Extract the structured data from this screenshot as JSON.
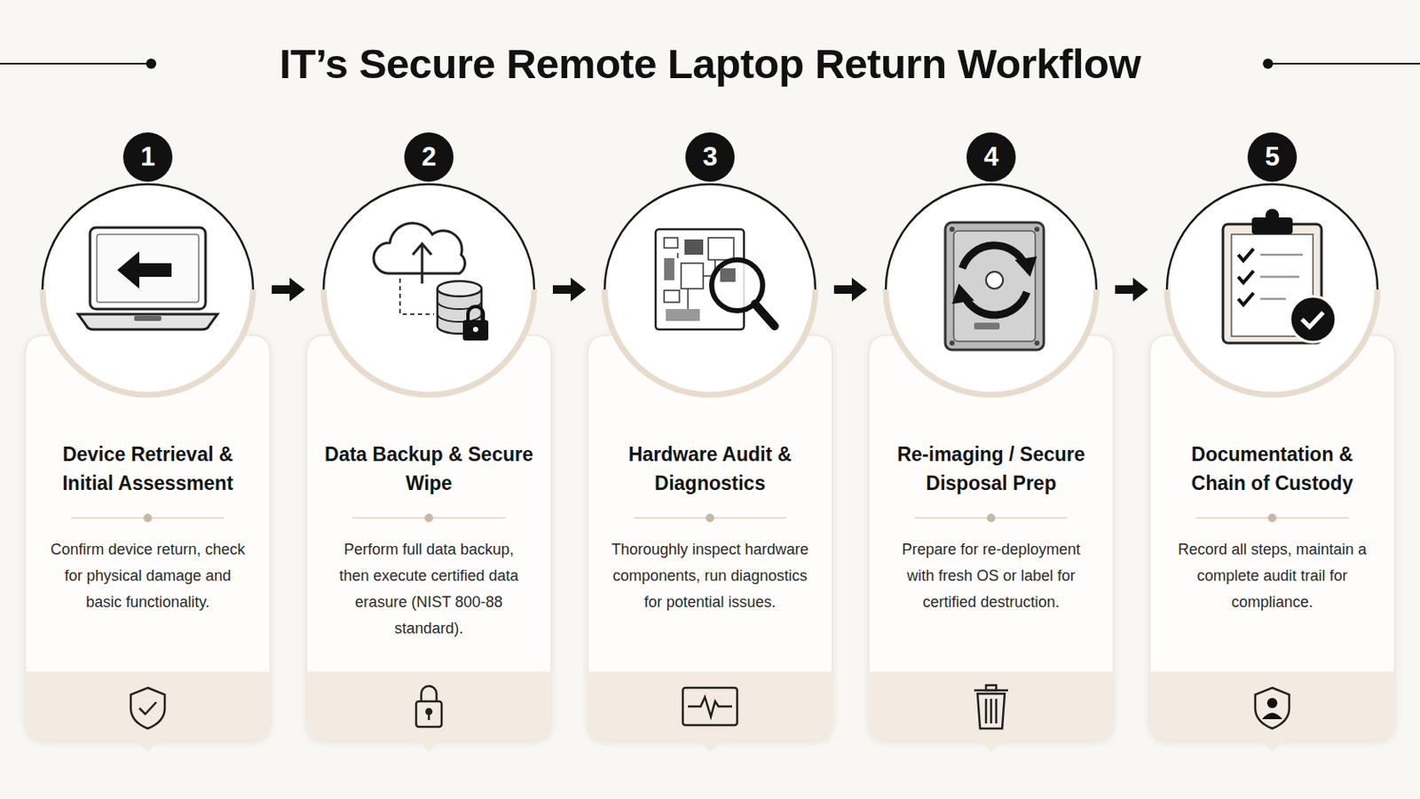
{
  "diagram": {
    "title": "IT’s Secure Remote Laptop Return Workflow",
    "nodes": [
      {
        "text": [
          "Device Retrieval & Initial Assessment",
          "Confirm device return, check for physical damage and basic functionality."
        ]
      },
      {
        "text": [
          "1"
        ],
        "in": 0
      },
      {
        "text": [
          "Data Backup & Secure Wipe",
          "Perform full data backup, then execute certified data erasure (NIST 800-88 standard)."
        ]
      },
      {
        "text": [
          "2"
        ],
        "in": 2
      },
      {
        "text": [
          "Hardware Audit & Diagnostics",
          "Thoroughly inspect hardware components, run diagnostics for potential issues."
        ]
      },
      {
        "text": [
          "3"
        ],
        "in": 4
      },
      {
        "text": [
          "Re-imaging / Secure Disposal Prep",
          "Prepare for re-deployment with fresh OS or label for certified destruction."
        ]
      },
      {
        "text": [
          "4"
        ],
        "in": 6
      },
      {
        "text": [
          "Documentation & Chain of Custody",
          "Record all steps, maintain a complete audit trail for compliance."
        ]
      },
      {
        "text": [
          "5"
        ],
        "in": 8
      }
    ],
    "edges": [
      {
        "from": 0,
        "to": 2,
        "arrow": "to"
      },
      {
        "from": 2,
        "to": 4,
        "arrow": "to"
      },
      {
        "from": 4,
        "to": 6,
        "arrow": "to"
      },
      {
        "from": 6,
        "to": 8,
        "arrow": "to"
      }
    ]
  }
}
